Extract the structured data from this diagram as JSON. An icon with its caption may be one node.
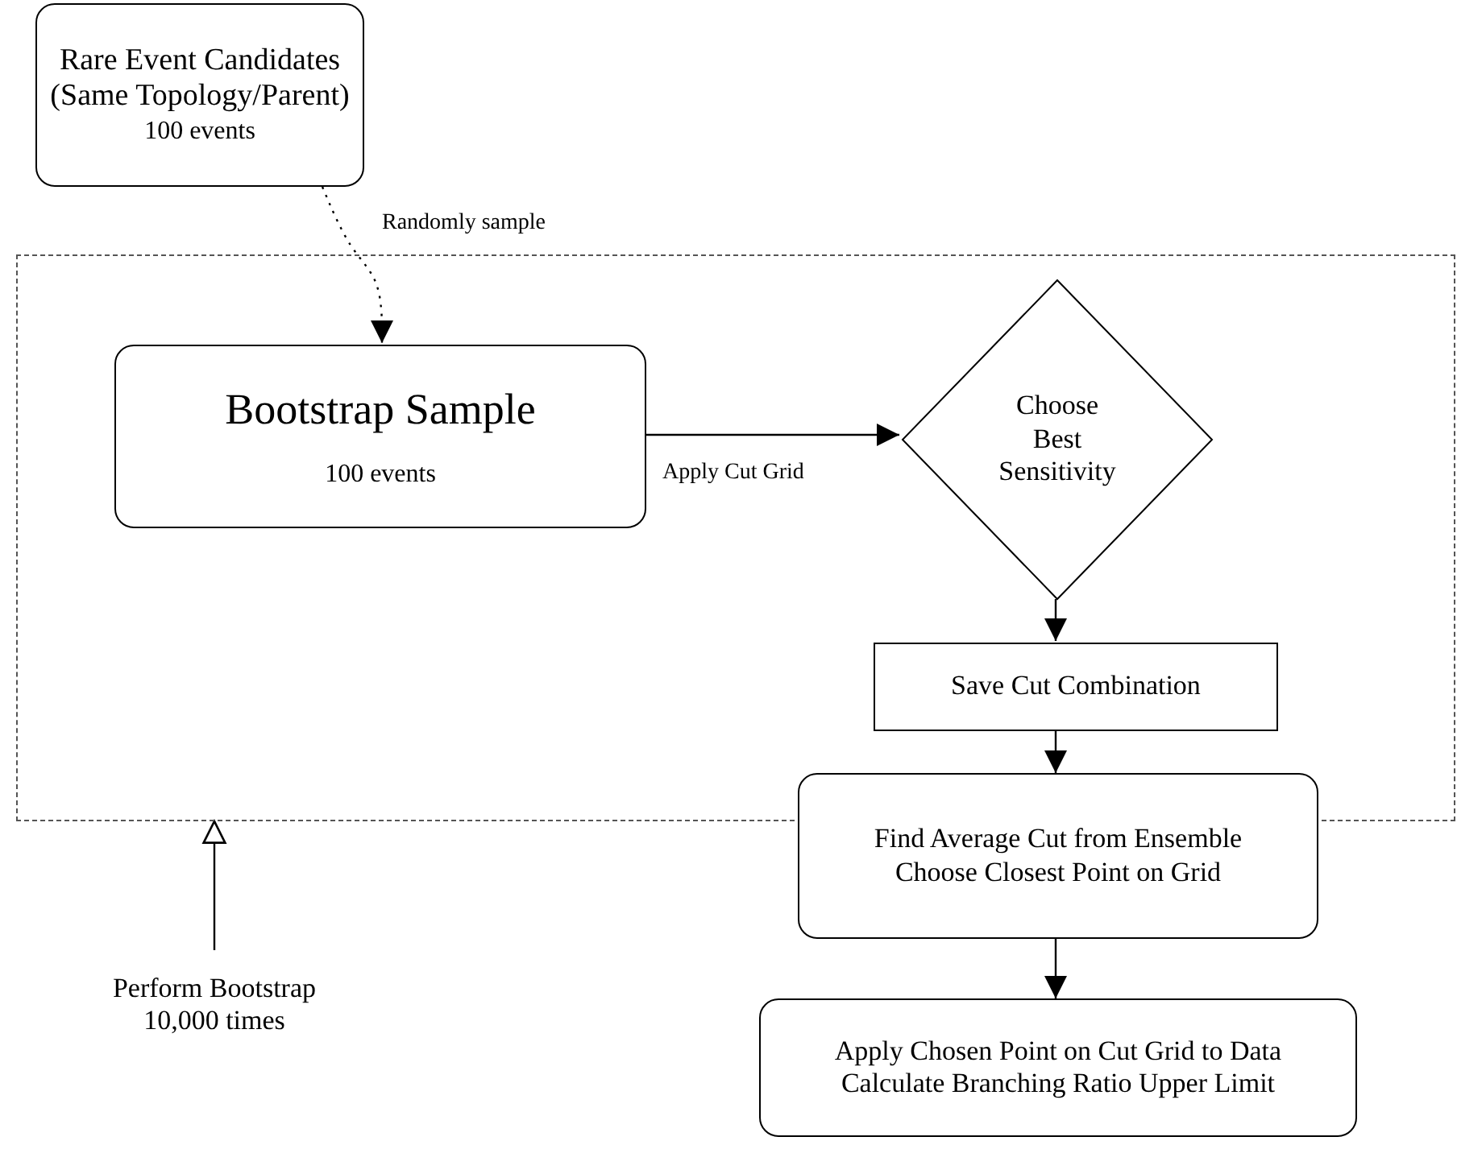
{
  "diagram": {
    "nodes": [
      {
        "text": [
          "Rare Event Candidates (Same Topology/Parent)",
          "100 events"
        ]
      },
      {
        "text": [],
        "shape": "box"
      },
      {
        "text": [
          "Bootstrap Sample",
          "100 events"
        ],
        "in": 1
      },
      {
        "text": [
          "Choose Best Sensitivity"
        ],
        "in": 1
      },
      {
        "text": [
          "Save Cut Combination"
        ],
        "in": 1
      },
      {
        "text": [
          "Find Average Cut from Ensemble Choose Closest Point on Grid"
        ]
      },
      {
        "text": [
          "Apply Chosen Point on Cut Grid to Data Calculate Branching Ratio Upper Limit"
        ]
      },
      {
        "text": [
          "Perform Bootstrap 10,000 times"
        ]
      }
    ],
    "edges": [
      {
        "from": 0,
        "to": 2,
        "arrow": "to",
        "label": "Randomly sample",
        "style": "dashed"
      },
      {
        "from": 2,
        "to": 3,
        "arrow": "to",
        "label": "Apply Cut Grid"
      },
      {
        "from": 3,
        "to": 4,
        "arrow": "to"
      },
      {
        "from": 4,
        "to": 5,
        "arrow": "to"
      },
      {
        "from": 5,
        "to": 6,
        "arrow": "to"
      },
      {
        "from": 7,
        "to": 1,
        "arrow": "to"
      }
    ]
  }
}
